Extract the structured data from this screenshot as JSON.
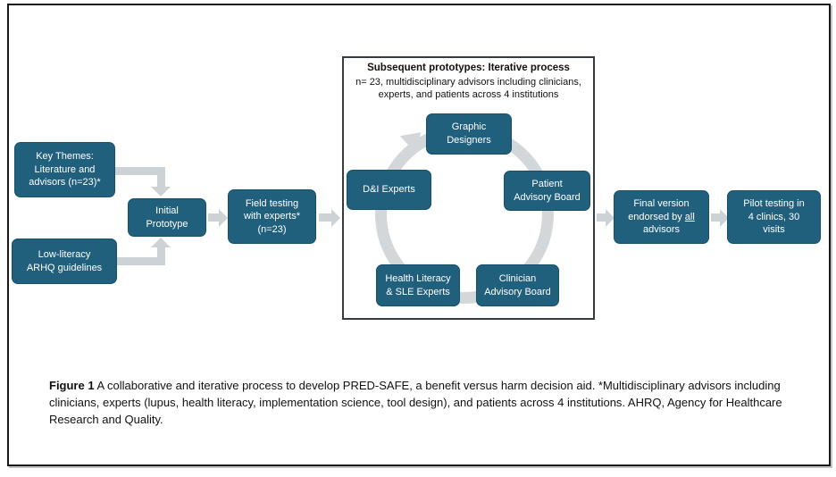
{
  "colors": {
    "node_fill": "#21607C",
    "node_border": "#184F68",
    "arrow_gray": "#CDD2D6",
    "ring_gray": "#D3D7DA",
    "panel_border": "#333B40",
    "frame_border": "#1A1A1A"
  },
  "flow": {
    "key_themes": "Key Themes:\nLiterature and\nadvisors (n=23)*",
    "low_literacy": "Low-literacy\nARHQ guidelines",
    "initial_prototype": "Initial\nPrototype",
    "field_testing": "Field testing\nwith experts*\n(n=23)",
    "final_version_part1": "Final version\nendorsed by",
    "final_version_underlined": "all",
    "final_version_part2": "\nadvisors",
    "pilot_testing": "Pilot testing in\n4 clinics, 30\nvisits"
  },
  "panel": {
    "title": "Subsequent prototypes: Iterative process",
    "subtitle": "n= 23, multidisciplinary advisors including clinicians,\nexperts, and patients across 4 institutions",
    "cycle": {
      "top": "Graphic\nDesigners",
      "right": "Patient\nAdvisory Board",
      "bottom_right": "Clinician\nAdvisory Board",
      "bottom_left": "Health Literacy\n& SLE Experts",
      "left": "D&I Experts"
    }
  },
  "caption": {
    "label": "Figure 1",
    "text": " A collaborative and iterative process to develop PRED-SAFE, a benefit versus harm decision aid. *Multidisciplinary advisors including clinicians, experts (lupus, health literacy, implementation science, tool design), and patients across 4 institutions. AHRQ, Agency for Healthcare Research and Quality."
  }
}
